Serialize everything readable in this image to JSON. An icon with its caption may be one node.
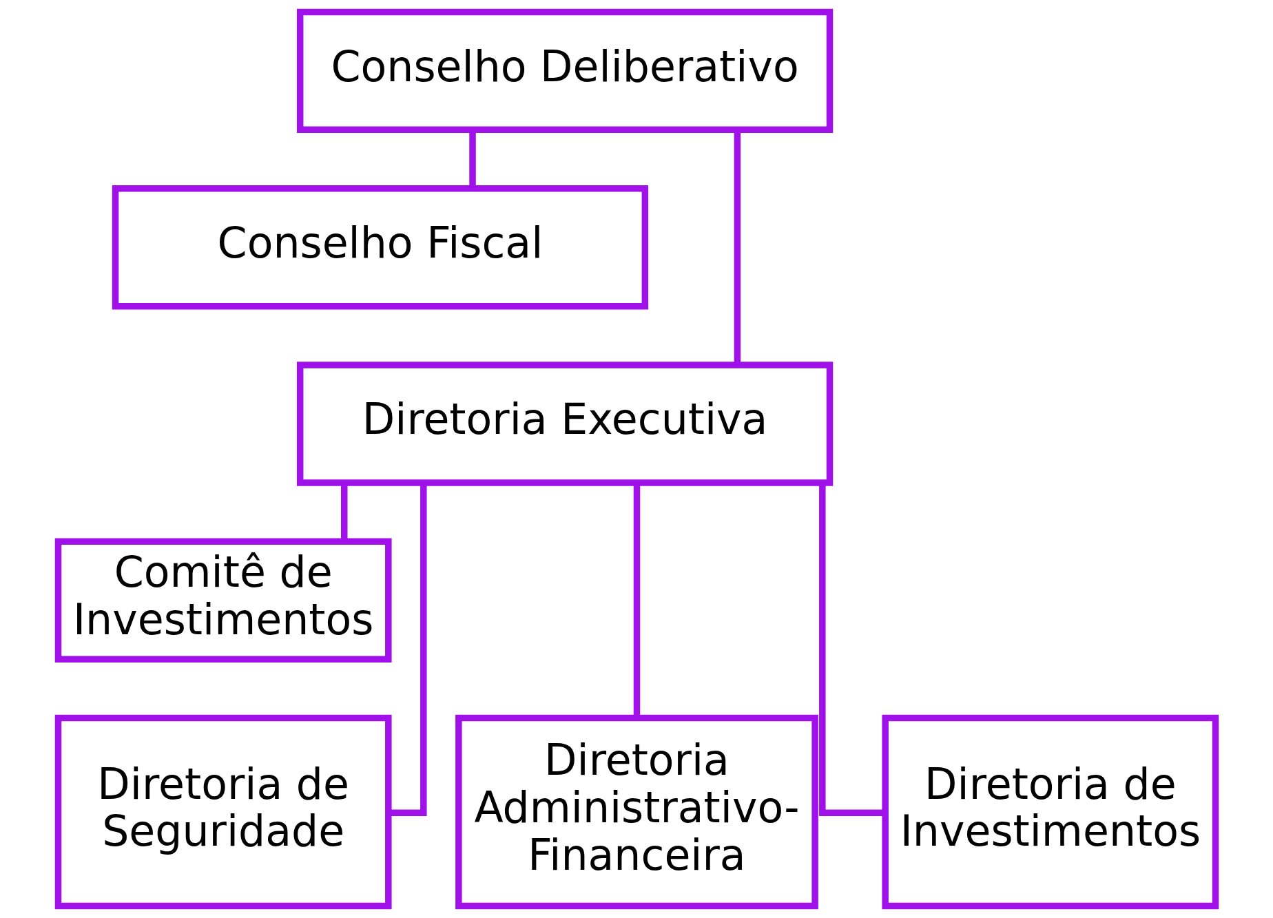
{
  "diagram": {
    "nodes": [
      {
        "text": [
          "Conselho Deliberativo"
        ]
      },
      {
        "text": [
          "Conselho Fiscal"
        ]
      },
      {
        "text": [
          "Diretoria Executiva"
        ]
      },
      {
        "text": [
          "Comitê de Investimentos"
        ]
      },
      {
        "text": [
          "Diretoria Administrativo-Financeira"
        ]
      },
      {
        "text": [
          "Diretoria de Seguridade"
        ]
      },
      {
        "text": [
          "Diretoria de Investimentos"
        ]
      }
    ],
    "edges": [
      {
        "from": 0,
        "to": 1,
        "arrow": "none"
      },
      {
        "from": 0,
        "to": 2,
        "arrow": "none"
      },
      {
        "from": 2,
        "to": 3,
        "arrow": "none"
      },
      {
        "from": 2,
        "to": 4,
        "arrow": "none"
      },
      {
        "from": 2,
        "to": 5,
        "arrow": "none"
      },
      {
        "from": 2,
        "to": 6,
        "arrow": "none"
      }
    ]
  }
}
